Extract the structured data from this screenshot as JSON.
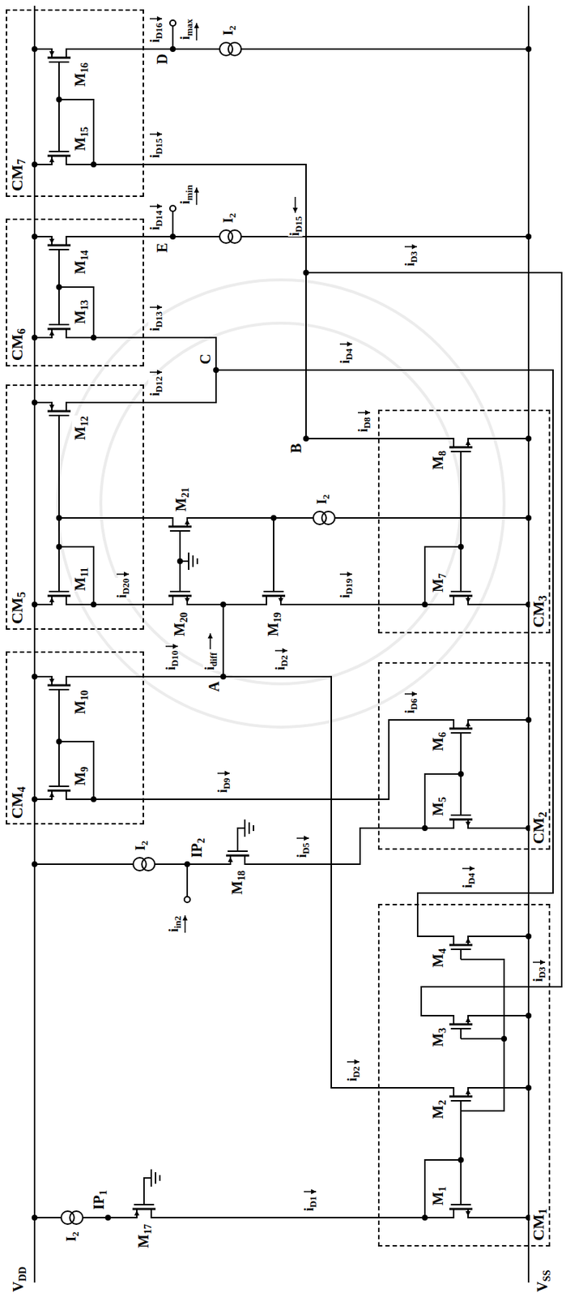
{
  "diagram": {
    "nodes": [
      {
        "text": [
          "CM7"
        ]
      },
      {
        "text": [
          "CM6"
        ]
      },
      {
        "text": [
          "CM5"
        ]
      },
      {
        "text": [
          "CM3"
        ]
      },
      {
        "text": [
          "CM4"
        ]
      },
      {
        "text": [
          "CM2"
        ]
      },
      {
        "text": [
          "CM1"
        ]
      }
    ],
    "labels": [
      "M16",
      "M15",
      "iD16",
      "iD15",
      "imax",
      "D",
      "I2",
      "M14",
      "M13",
      "iD13",
      "iD14",
      "imin",
      "E",
      "I2",
      "iD15",
      "iD12",
      "C",
      "iD4",
      "M12",
      "M11",
      "M21",
      "M20",
      "M19",
      "B",
      "iD8",
      "I2",
      "M8",
      "M7",
      "iD20",
      "iD10",
      "idiff",
      "A",
      "iD19",
      "iD3",
      "M10",
      "M9",
      "iD2",
      "iD9",
      "iD6",
      "M6",
      "M5",
      "IP2",
      "M18",
      "iD5",
      "I2",
      "iin2",
      "iD4",
      "M4",
      "M3",
      "iD3",
      "M2",
      "iD2",
      "M1",
      "iD1",
      "IP1",
      "M17",
      "I2",
      "VDD",
      "VSS"
    ]
  }
}
